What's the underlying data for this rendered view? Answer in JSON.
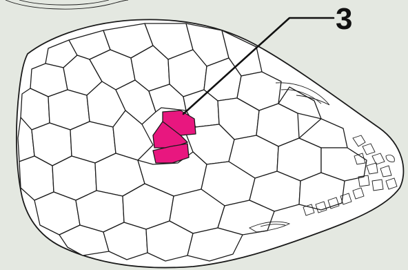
{
  "callout": {
    "label": "3"
  },
  "colors": {
    "background": "#e4e8e1",
    "highlight": "#e8177f",
    "line": "#1a1a1a",
    "scale_fill": "#ffffff"
  },
  "figure": {
    "subject": "lizard-head-dorsal-scales",
    "highlighted_scales": 3
  }
}
